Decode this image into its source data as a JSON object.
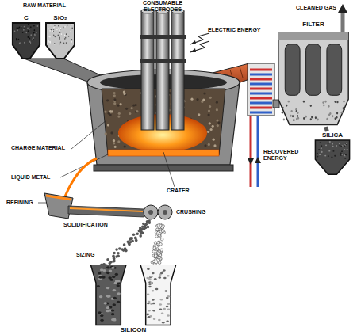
{
  "diagram": {
    "nodes": [
      {
        "text": [
          "C"
        ]
      },
      {
        "text": [
          "SiO₂"
        ]
      },
      {
        "text": [
          "FILTER"
        ]
      },
      {
        "text": [
          "SILICA"
        ]
      },
      {
        "text": [
          "SILICON"
        ]
      }
    ],
    "edges": [
      {
        "from": 2,
        "to": 3,
        "arrow": "none"
      }
    ],
    "labels": [
      "RAW MATERIAL",
      "CONSUMABLE ELECTRODES",
      "ELECTRIC ENERGY",
      "CLEANED GAS",
      "CHARGE MATERIAL",
      "LIQUID METAL",
      "CRATER",
      "RECOVERED ENERGY",
      "REFINING",
      "SOLIDIFICATION",
      "CRUSHING",
      "SIZING"
    ]
  }
}
